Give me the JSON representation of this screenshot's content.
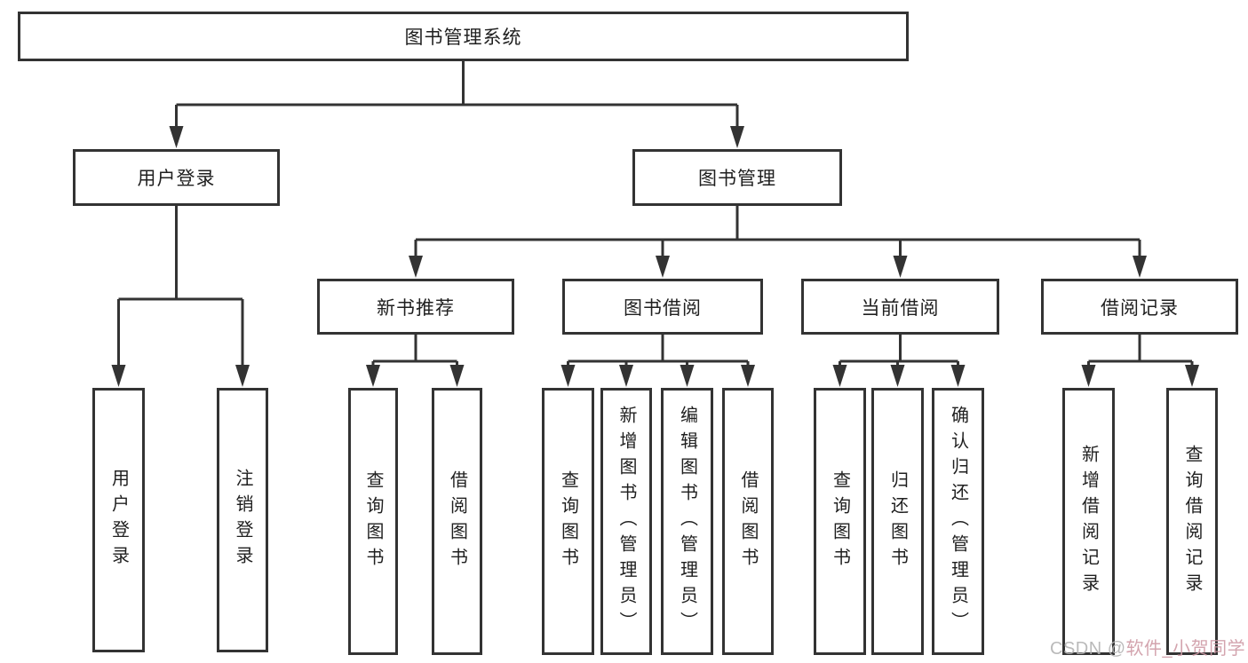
{
  "tree": {
    "root": {
      "label": "图书管理系统"
    },
    "level2": [
      {
        "label": "用户登录",
        "children": [
          {
            "label": "用户登录"
          },
          {
            "label": "注销登录"
          }
        ]
      },
      {
        "label": "图书管理",
        "children": [
          {
            "label": "新书推荐",
            "children": [
              {
                "label": "查询图书"
              },
              {
                "label": "借阅图书"
              }
            ]
          },
          {
            "label": "图书借阅",
            "children": [
              {
                "label": "查询图书"
              },
              {
                "label": "新增图书（管理员）"
              },
              {
                "label": "编辑图书（管理员）"
              },
              {
                "label": "借阅图书"
              }
            ]
          },
          {
            "label": "当前借阅",
            "children": [
              {
                "label": "查询图书"
              },
              {
                "label": "归还图书"
              },
              {
                "label": "确认归还（管理员）"
              }
            ]
          },
          {
            "label": "借阅记录",
            "children": [
              {
                "label": "新增借阅记录"
              },
              {
                "label": "查询借阅记录"
              }
            ]
          }
        ]
      }
    ]
  },
  "watermark": {
    "prefix": "CSDN @",
    "name": "软件_小贺同学"
  },
  "colors": {
    "line": "#333333",
    "box_border": "#333333",
    "text": "#1f1f1f",
    "background": "#ffffff",
    "watermark_prefix": "#b3b3b3",
    "watermark_name": "#cf9ba6"
  }
}
